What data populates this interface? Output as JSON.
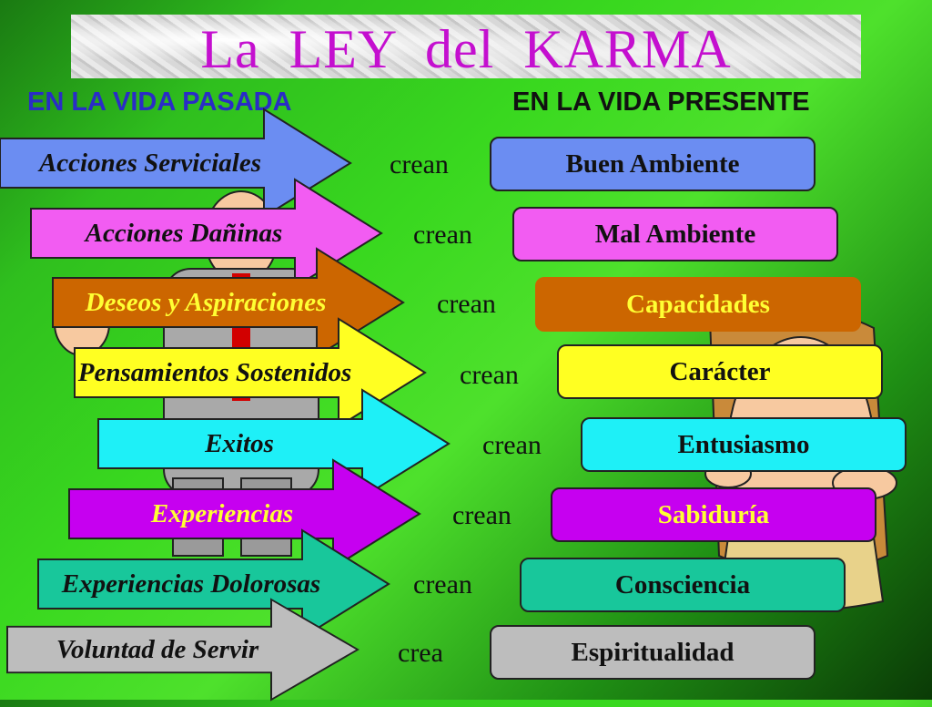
{
  "title": "La  LEY  del  KARMA",
  "headers": {
    "past": "EN LA VIDA PASADA",
    "present": "EN LA VIDA PRESENTE"
  },
  "rows": [
    {
      "cause": "Acciones Serviciales",
      "verb": "crean",
      "effect": "Buen Ambiente",
      "arrow_color": "#6b8df2",
      "box_color": "#6b8df2",
      "cause_color": "#111111",
      "effect_color": "#111111"
    },
    {
      "cause": "Acciones Dañinas",
      "verb": "crean",
      "effect": "Mal Ambiente",
      "arrow_color": "#f25cf2",
      "box_color": "#f25cf2",
      "cause_color": "#111111",
      "effect_color": "#111111"
    },
    {
      "cause": "Deseos y Aspiraciones",
      "verb": "crean",
      "effect": "Capacidades",
      "arrow_color": "#cc6600",
      "box_color": "#cc6600",
      "cause_color": "#ffff33",
      "effect_color": "#ffff33"
    },
    {
      "cause": "Pensamientos  Sostenidos",
      "verb": "crean",
      "effect": "Carácter",
      "arrow_color": "#ffff22",
      "box_color": "#ffff22",
      "cause_color": "#111111",
      "effect_color": "#111111"
    },
    {
      "cause": "Exitos",
      "verb": "crean",
      "effect": "Entusiasmo",
      "arrow_color": "#1ef0f7",
      "box_color": "#1ef0f7",
      "cause_color": "#111111",
      "effect_color": "#111111"
    },
    {
      "cause": "Experiencias",
      "verb": "crean",
      "effect": "Sabiduría",
      "arrow_color": "#c600f0",
      "box_color": "#c600f0",
      "cause_color": "#ffff33",
      "effect_color": "#ffff33"
    },
    {
      "cause": "Experiencias Dolorosas",
      "verb": "crean",
      "effect": "Consciencia",
      "arrow_color": "#18c79b",
      "box_color": "#18c79b",
      "cause_color": "#111111",
      "effect_color": "#111111"
    },
    {
      "cause": "Voluntad de Servir",
      "verb": "crea",
      "effect": "Espiritualidad",
      "arrow_color": "#bdbdbd",
      "box_color": "#bdbdbd",
      "cause_color": "#111111",
      "effect_color": "#111111"
    }
  ]
}
